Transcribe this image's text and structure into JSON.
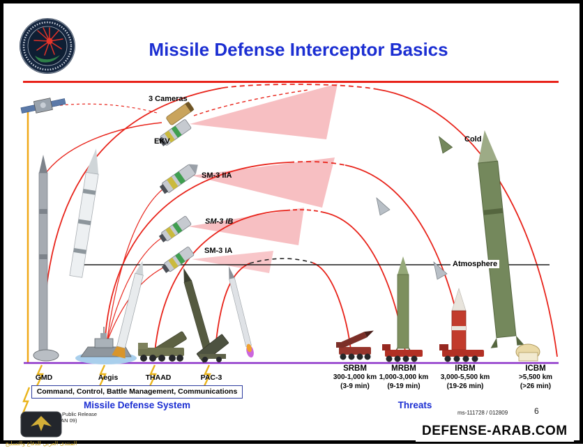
{
  "header": {
    "title": "Missile Defense Interceptor Basics"
  },
  "diagram": {
    "interceptor_labels": {
      "cameras": "3 Cameras",
      "ekv": "EKV",
      "sm3_iia": "SM-3 IIA",
      "sm3_ib": "SM-3 IB",
      "sm3_ia": "SM-3 IA"
    },
    "annotations": {
      "cold": "Cold",
      "atmosphere": "Atmosphere"
    },
    "defense_systems": [
      {
        "name": "GMD"
      },
      {
        "name": "Aegis"
      },
      {
        "name": "THAAD"
      },
      {
        "name": "PAC-3"
      }
    ],
    "c2bmc_label": "Command, Control, Battle Management, Communications",
    "missile_defense_system_label": "Missile Defense System",
    "threats_label": "Threats",
    "threats": [
      {
        "name": "SRBM",
        "range": "300-1,000 km",
        "time": "(3-9 min)"
      },
      {
        "name": "MRBM",
        "range": "1,000-3,000 km",
        "time": "(9-19 min)"
      },
      {
        "name": "IRBM",
        "range": "3,000-5,500 km",
        "time": "(19-26 min)"
      },
      {
        "name": "ICBM",
        "range": ">5,500 km",
        "time": "(>26 min)"
      }
    ]
  },
  "footer": {
    "approval_line1": "Approved for Public Release",
    "approval_line2": "-MDA-4234 (23 JAN 09)",
    "reference": "ms-111728 / 012809",
    "page_number": "6",
    "watermark_site": "DEFENSE-ARAB.COM",
    "watermark_logo_text": "المنتدى العربي للدفاع والتسليح"
  },
  "colors": {
    "title_blue": "#1b2ed2",
    "arc_red": "#e8231a",
    "ground_purple": "#8a2fc8",
    "cone_pink": "rgba(238,112,120,0.45)",
    "bolt_yellow": "#eab41c"
  }
}
